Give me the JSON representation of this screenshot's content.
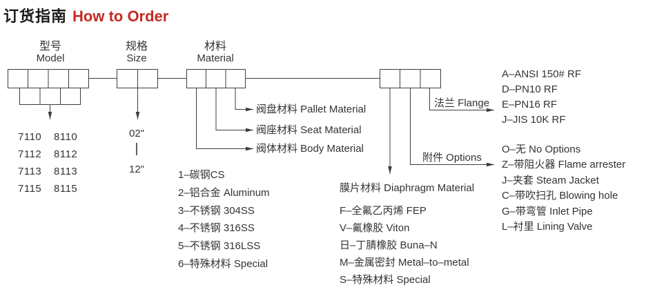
{
  "title": {
    "zh": "订货指南",
    "en": "How to Order"
  },
  "colors": {
    "accent": "#c62a23",
    "ink": "#333333",
    "line": "#3c3c3c"
  },
  "model": {
    "label_zh": "型号",
    "label_en": "Model",
    "rows": [
      [
        "7110",
        "8110"
      ],
      [
        "7112",
        "8112"
      ],
      [
        "7113",
        "8113"
      ],
      [
        "7115",
        "8115"
      ]
    ]
  },
  "size": {
    "label_zh": "规格",
    "label_en": "Size",
    "min": "02\"",
    "separator": "|",
    "max": "12\""
  },
  "material": {
    "label_zh": "材料",
    "label_en": "Material",
    "slots": [
      "阀盘材料 Pallet Material",
      "阀座材料 Seat Material",
      "阀体材料 Body Material"
    ],
    "options": [
      "1–碳钢CS",
      "2–铝合金 Aluminum",
      "3–不锈钢 304SS",
      "4–不锈钢 316SS",
      "5–不锈钢 316LSS",
      "6–特殊材料 Special"
    ]
  },
  "diaphragm": {
    "header": "膜片材料 Diaphragm Material",
    "options": [
      "F–全氟乙丙烯 FEP",
      "V–氟橡胶 Viton",
      "日–丁腈橡胶 Buna–N",
      "M–金属密封 Metal–to–metal",
      "S–特殊材料 Special"
    ]
  },
  "flange": {
    "label": "法兰 Flange",
    "options": [
      "A–ANSI 150# RF",
      "D–PN10 RF",
      "E–PN16 RF",
      "J–JIS 10K RF"
    ]
  },
  "accessories": {
    "label": "附件 Options",
    "options": [
      "O–无 No Options",
      "Z–带阻火器 Flame arrester",
      "J–夹套 Steam Jacket",
      "C–带吹扫孔 Blowing hole",
      "G–带弯管 Inlet Pipe",
      "L–衬里 Lining Valve"
    ]
  }
}
